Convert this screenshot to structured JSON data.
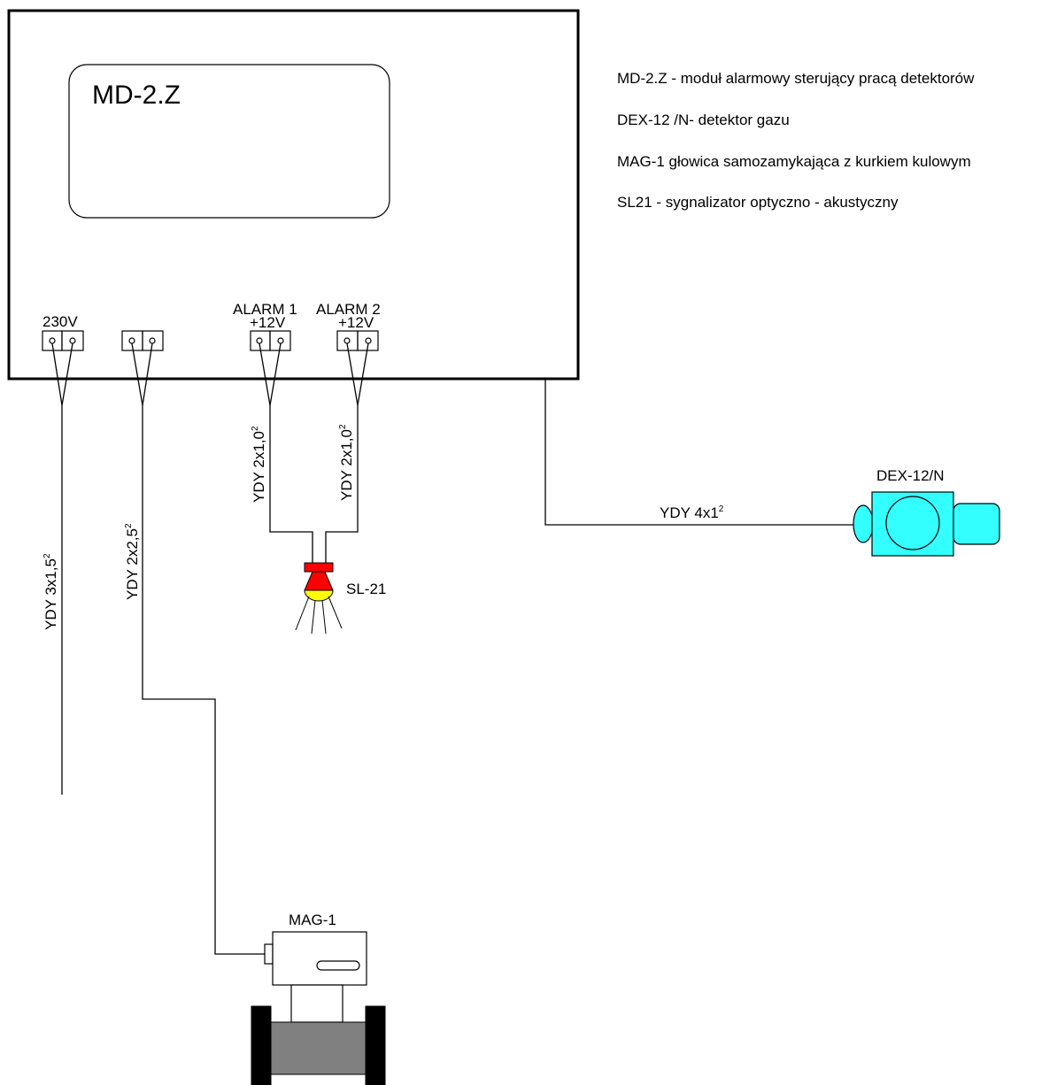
{
  "module": {
    "title": "MD-2.Z"
  },
  "terminals": {
    "power_label": "230V",
    "alarm1_label": "ALARM 1",
    "alarm1_voltage": "+12V",
    "alarm2_label": "ALARM 2",
    "alarm2_voltage": "+12V"
  },
  "legend": [
    "MD-2.Z  - moduł alarmowy sterujący pracą detektorów",
    "DEX-12 /N- detektor gazu",
    "MAG-1 głowica samozamykająca z kurkiem kulowym",
    "SL21 - sygnalizator optyczno - akustyczny"
  ],
  "cables": {
    "power": {
      "text": "YDY 3x1,5",
      "sup": "2"
    },
    "valve": {
      "text": "YDY 2x2,5",
      "sup": "2"
    },
    "alarm1": {
      "text": "YDY 2x1,0",
      "sup": "2"
    },
    "alarm2": {
      "text": "YDY 2x1,0",
      "sup": "2"
    },
    "detector": {
      "text": "YDY  4x1",
      "sup": "2"
    }
  },
  "devices": {
    "siren_label": "SL-21",
    "detector_label": "DEX-12/N",
    "valve_label": "MAG-1"
  },
  "colors": {
    "detector_fill": "#33ffff",
    "siren_top": "#ff0000",
    "siren_lens": "#ffff00",
    "valve_body": "#808080",
    "valve_flange": "#000000"
  }
}
